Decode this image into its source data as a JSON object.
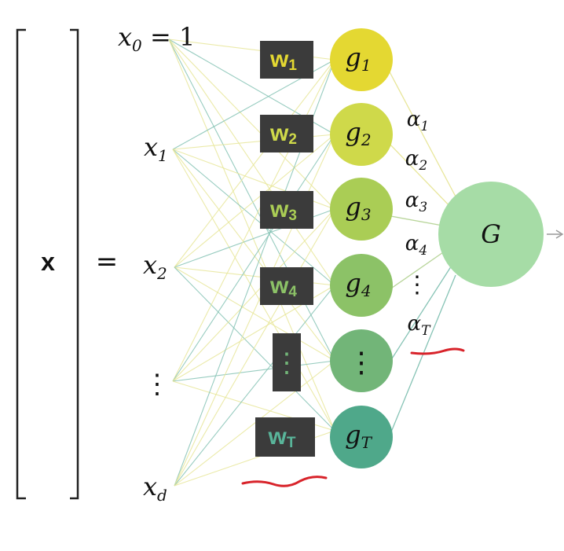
{
  "vector": {
    "name": "x",
    "equals": "="
  },
  "inputs": [
    {
      "base": "x",
      "sub": "0",
      "suffix": "= 1"
    },
    {
      "base": "x",
      "sub": "1",
      "suffix": ""
    },
    {
      "base": "x",
      "sub": "2",
      "suffix": ""
    },
    {
      "base": "⋮",
      "sub": "",
      "suffix": ""
    },
    {
      "base": "x",
      "sub": "d",
      "suffix": ""
    }
  ],
  "weights": [
    {
      "base": "w",
      "sub": "1"
    },
    {
      "base": "w",
      "sub": "2"
    },
    {
      "base": "w",
      "sub": "3"
    },
    {
      "base": "w",
      "sub": "4"
    },
    {
      "base": "⋮",
      "sub": ""
    },
    {
      "base": "w",
      "sub": "T"
    }
  ],
  "hypotheses": [
    {
      "base": "g",
      "sub": "1"
    },
    {
      "base": "g",
      "sub": "2"
    },
    {
      "base": "g",
      "sub": "3"
    },
    {
      "base": "g",
      "sub": "4"
    },
    {
      "base": "⋮",
      "sub": ""
    },
    {
      "base": "g",
      "sub": "T"
    }
  ],
  "alphas": [
    {
      "base": "α",
      "sub": "1"
    },
    {
      "base": "α",
      "sub": "2"
    },
    {
      "base": "α",
      "sub": "3"
    },
    {
      "base": "α",
      "sub": "4"
    },
    {
      "base": "⋮",
      "sub": ""
    },
    {
      "base": "α",
      "sub": "T"
    }
  ],
  "output": {
    "label": "G"
  },
  "colors": {
    "node_colors": [
      "#e4d832",
      "#cfd94a",
      "#aacd55",
      "#8cc267",
      "#72b578",
      "#4fa88a"
    ],
    "output_fill": "#a6dca6",
    "weight_box": "#3b3b3b",
    "weight_text": [
      "#e4d832",
      "#cfd94a",
      "#aacd55",
      "#8cc267",
      "#72b578",
      "#59b59a"
    ],
    "edge_yellow": "#e8e69a",
    "edge_teal": "#86c3b5",
    "annotation_red": "#d8232a",
    "bracket": "#222222"
  }
}
